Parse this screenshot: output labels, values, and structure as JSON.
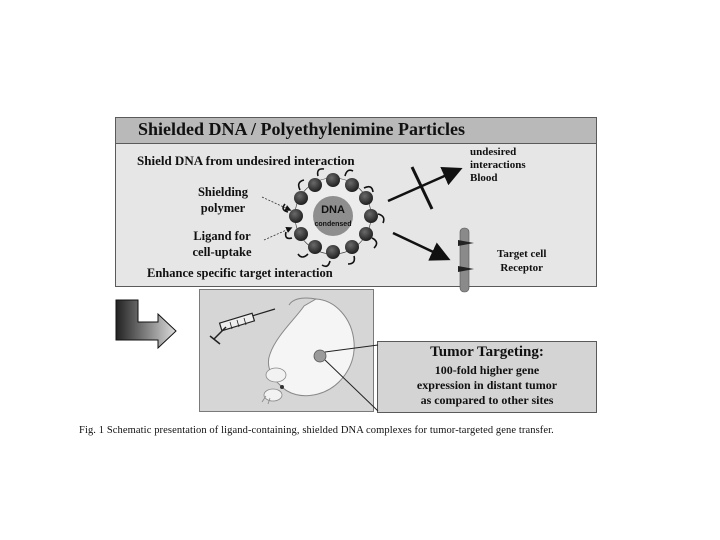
{
  "diagram": {
    "title": "Shielded DNA / Polyethylenimine  Particles",
    "shield_heading": "Shield DNA from undesired interaction",
    "enhance_heading": "Enhance specific target interaction",
    "shielding_polymer_label": [
      "Shielding",
      "polymer"
    ],
    "ligand_label": [
      "Ligand for",
      "cell-uptake"
    ],
    "particle_dna": "DNA",
    "particle_condensed": "condensed",
    "undesired_label": [
      "undesired",
      "interactions",
      "Blood"
    ],
    "target_label": [
      "Target cell",
      "Receptor"
    ],
    "tumor": {
      "heading": "Tumor Targeting:",
      "lines": [
        "100-fold higher gene",
        "expression in distant tumor",
        "as compared to other sites"
      ]
    }
  },
  "caption": "Fig. 1  Schematic presentation of ligand-containing, shielded DNA complexes for tumor-targeted gene transfer."
}
